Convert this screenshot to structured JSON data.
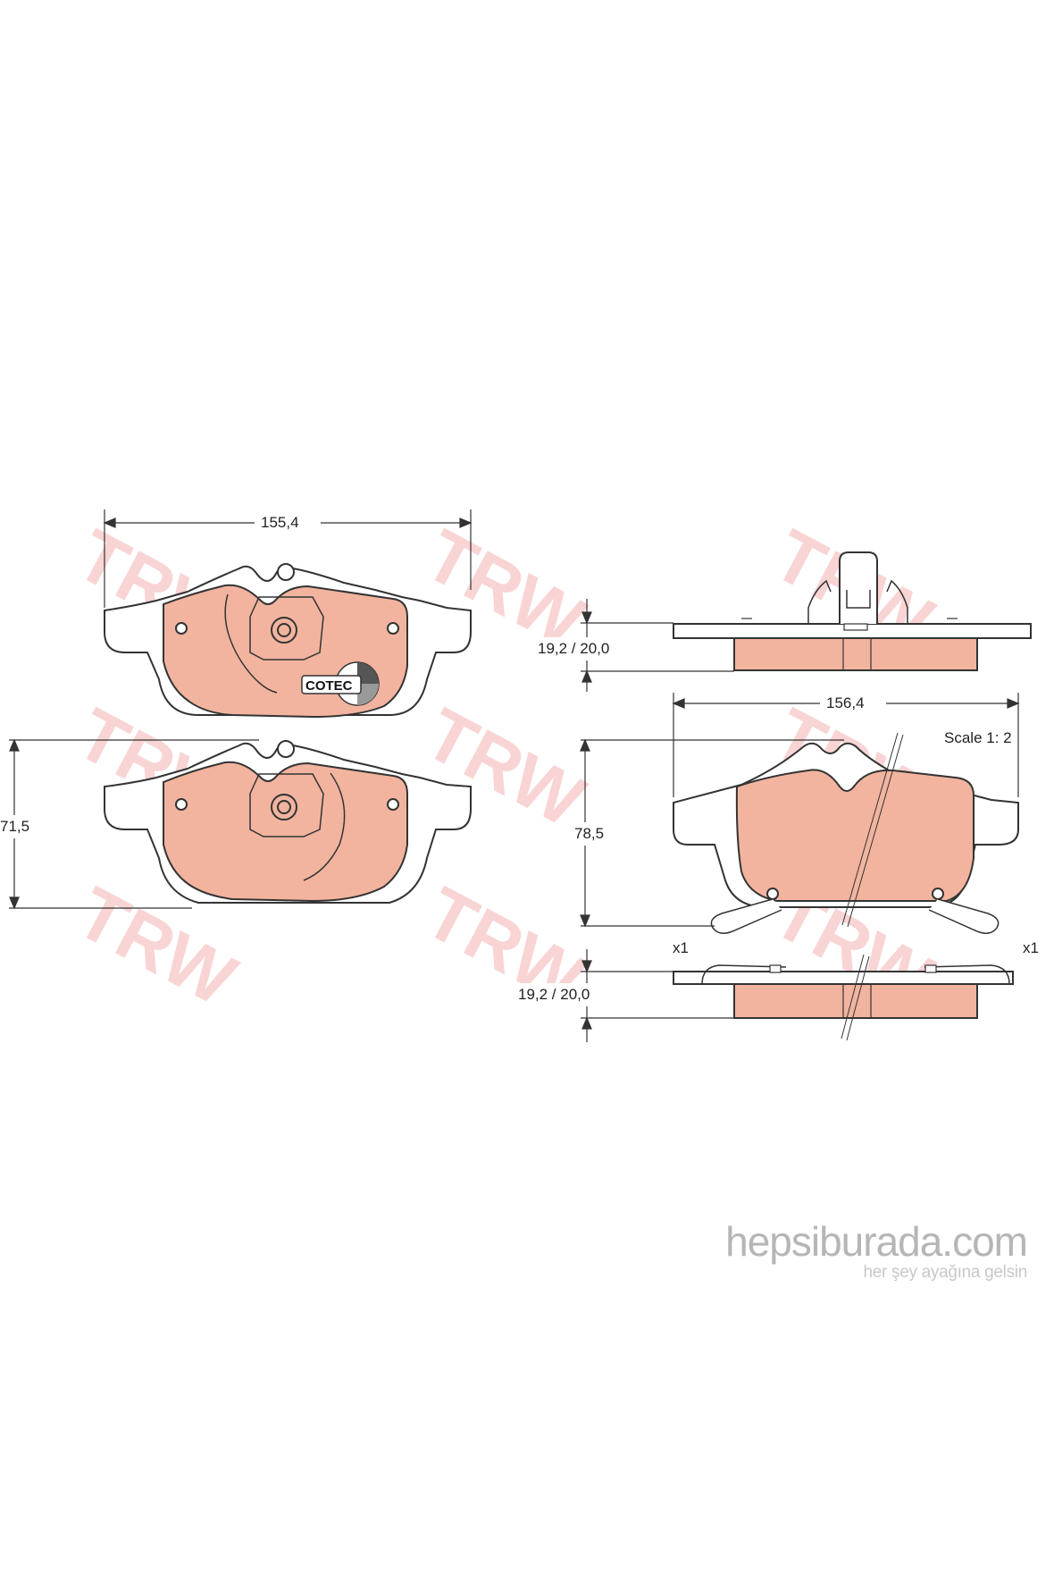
{
  "dimensions": {
    "width_top_left": "155,4",
    "height_left": "71,5",
    "thickness_top": "19,2 / 20,0",
    "width_right": "156,4",
    "height_right": "78,5",
    "thickness_bottom": "19,2 / 20,0",
    "scale": "Scale 1: 2",
    "quantity_left": "x1",
    "quantity_right": "x1"
  },
  "logos": {
    "cotec": "COTEC",
    "watermark": "TRW"
  },
  "branding": {
    "site": "hepsiburada.com",
    "tagline": "her şey ayağına gelsin"
  },
  "colors": {
    "pad_fill": "#f2b49f",
    "outline": "#333333",
    "watermark": "#f7c6c6",
    "brand_grey": "#b6b6b6"
  }
}
